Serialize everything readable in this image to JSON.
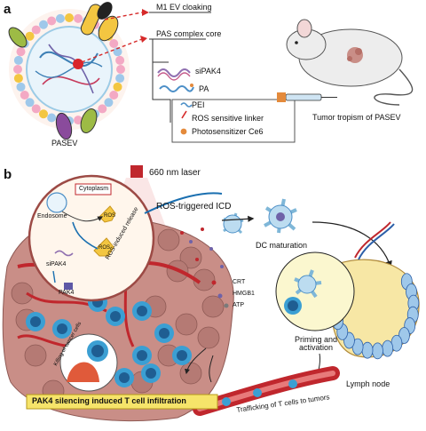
{
  "panel_a": {
    "letter": "a",
    "labels": {
      "m1_ev_cloaking": "M1 EV cloaking",
      "pas_core": "PAS complex core",
      "sipak4": "siPAK4",
      "pa": "PA",
      "pasev": "PASEV",
      "tumor_tropism": "Tumor tropism of PASEV"
    },
    "legend": [
      {
        "label": "PEI",
        "icon": "pei-coil-icon"
      },
      {
        "label": "ROS sensitive linker",
        "icon": "red-linker-icon"
      },
      {
        "label": "Photosensitizer Ce6",
        "icon": "orange-dot-icon"
      }
    ]
  },
  "panel_b": {
    "letter": "b",
    "labels": {
      "laser": "660 nm laser",
      "cytoplasm": "Cytoplasm",
      "endosome": "Endosome",
      "ros": "ROS",
      "sipak4": "siPAK4",
      "ros_release": "ROS-induced release",
      "pak4": "PAK4",
      "ros_icd": "ROS-triggered ICD",
      "dc_maturation": "DC maturation",
      "crt": "CRT",
      "hmgb1": "HMGB1",
      "atp": "ATP",
      "priming": "Priming and activation",
      "lymph_node": "Lymph node",
      "trafficking": "Trafficking of T cells to tumors",
      "killing": "Killing of cancer cells",
      "banner": "PAK4 silencing induced T cell infiltration"
    }
  },
  "colors": {
    "tumor": "#c98e87",
    "vessel": "#c0272d",
    "tcell": "#3b9fd3",
    "dc": "#7fb7d8",
    "banner": "#f6e46a",
    "dashed_arrow": "#d62a2a"
  }
}
